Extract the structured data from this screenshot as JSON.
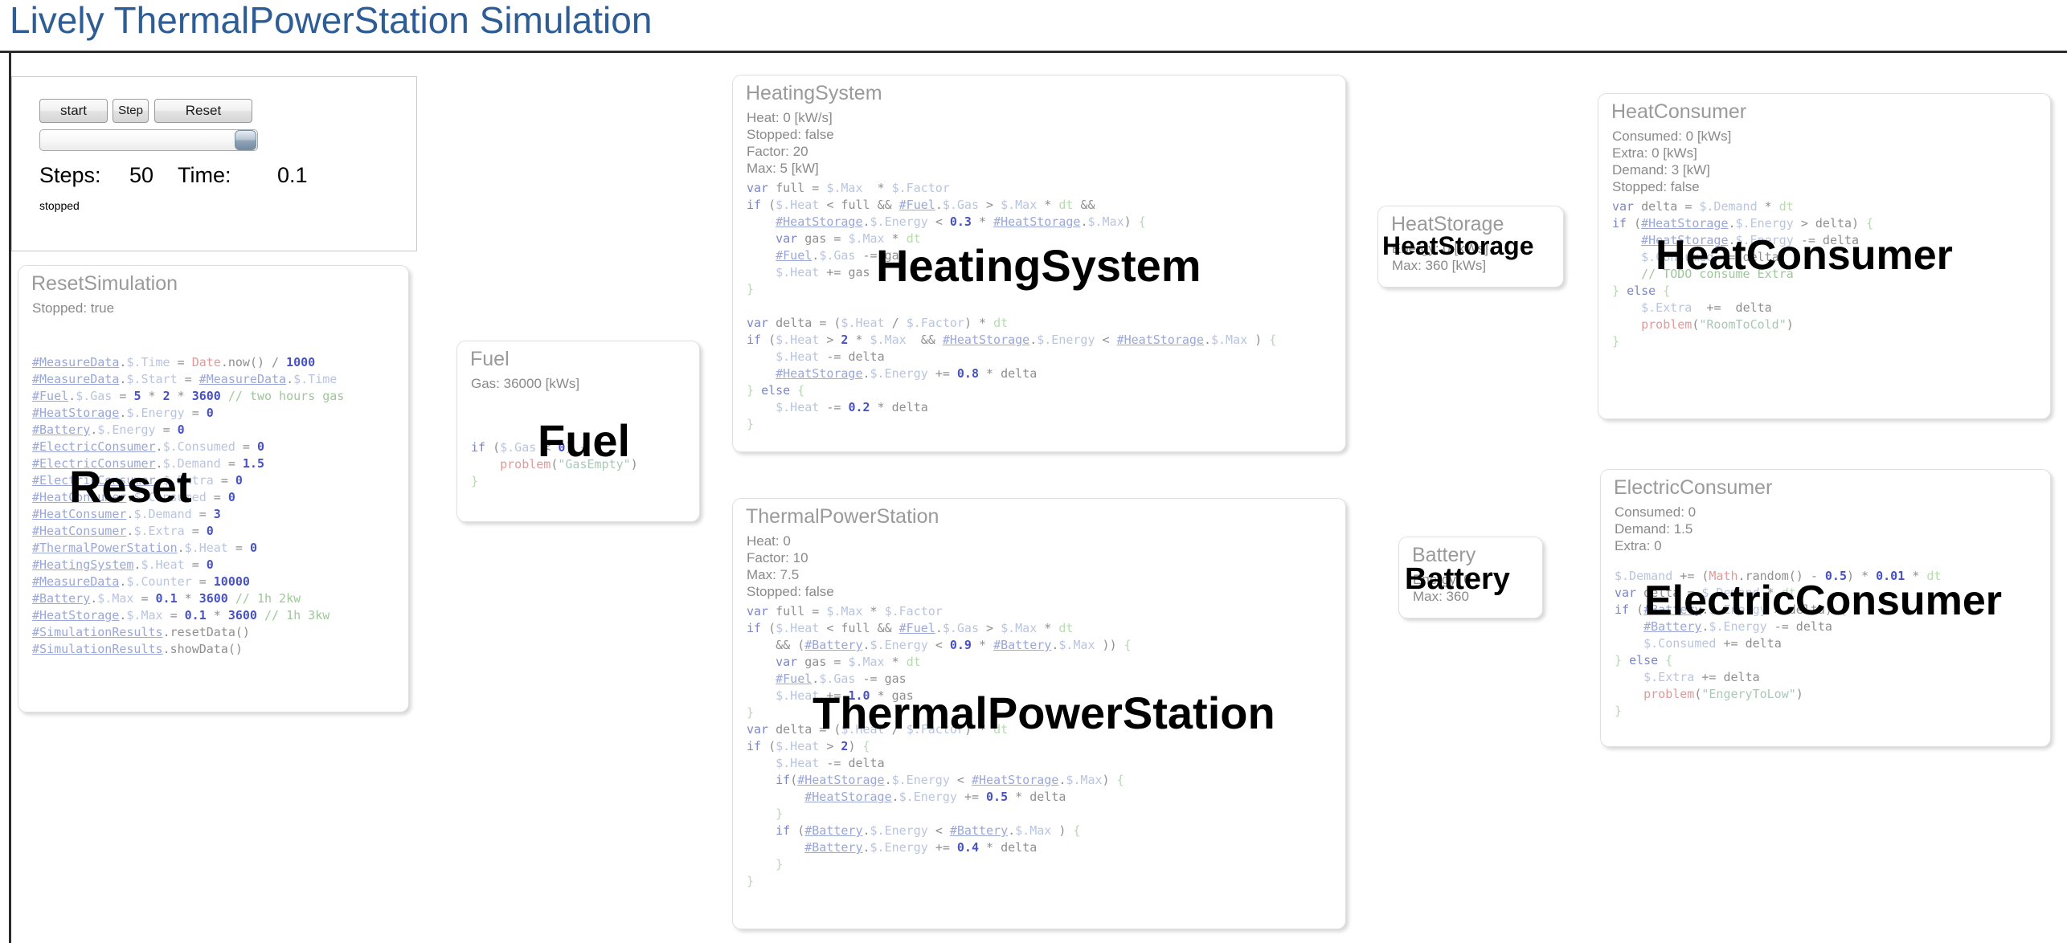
{
  "header": {
    "title": "Lively ThermalPowerStation Simulation",
    "title_color": "#2e5c94"
  },
  "control_panel": {
    "buttons": {
      "start": "start",
      "step": "Step",
      "reset": "Reset"
    },
    "slider": {
      "name": "speed-slider",
      "value_position": "max"
    },
    "steps_label": "Steps:",
    "steps_value": "50",
    "time_label": "Time:",
    "time_value": "0.1",
    "run_state": "stopped"
  },
  "panels": {
    "reset_simulation": {
      "title": "ResetSimulation",
      "props": [
        "Stopped: true"
      ],
      "overlay": "Reset"
    },
    "fuel": {
      "title": "Fuel",
      "props": [
        "Gas: 36000 [kWs]"
      ],
      "overlay": "Fuel"
    },
    "heating_system": {
      "title": "HeatingSystem",
      "props": [
        "Heat: 0 [kW/s]",
        "Stopped: false",
        "Factor: 20",
        "Max: 5 [kW]"
      ],
      "overlay": "HeatingSystem"
    },
    "thermal_power_station": {
      "title": "ThermalPowerStation",
      "props": [
        "Heat: 0",
        "Factor: 10",
        "Max: 7.5",
        "Stopped: false"
      ],
      "overlay": "ThermalPowerStation"
    },
    "heat_storage": {
      "title": "HeatStorage",
      "props": [
        "Energy: 0 [kWs]",
        "Max: 360 [kWs]"
      ],
      "overlay": "HeatStorage"
    },
    "battery": {
      "title": "Battery",
      "props": [
        "Energy: 0",
        "Max: 360"
      ],
      "overlay": "Battery"
    },
    "heat_consumer": {
      "title": "HeatConsumer",
      "props": [
        "Consumed: 0 [kWs]",
        "Extra: 0 [kWs]",
        "Demand: 3 [kW]",
        "Stopped: false"
      ],
      "overlay": "HeatConsumer"
    },
    "electric_consumer": {
      "title": "ElectricConsumer",
      "props": [
        "Consumed: 0",
        "Demand: 1.5",
        "Extra: 0"
      ],
      "overlay": "ElectricConsumer"
    }
  },
  "code": {
    "reset_simulation": [
      "#MeasureData.$.Time = Date.now() / 1000",
      "#MeasureData.$.Start = #MeasureData.$.Time",
      "#Fuel.$.Gas = 5 * 2 * 3600 // two hours gas",
      "#HeatStorage.$.Energy = 0",
      "#Battery.$.Energy = 0",
      "#ElectricConsumer.$.Consumed = 0",
      "#ElectricConsumer.$.Demand = 1.5",
      "#ElectricConsumer.$.Extra = 0",
      "#HeatConsumer.$.Consumed = 0",
      "#HeatConsumer.$.Demand = 3",
      "#HeatConsumer.$.Extra = 0",
      "#ThermalPowerStation.$.Heat = 0",
      "#HeatingSystem.$.Heat = 0",
      "#MeasureData.$.Counter = 10000",
      "#Battery.$.Max = 0.1 * 3600 // 1h 2kw",
      "#HeatStorage.$.Max = 0.1 * 3600 // 1h 3kw",
      "#SimulationResults.resetData()",
      "#SimulationResults.showData()"
    ],
    "fuel": [
      "if ($.Gas < 0) {",
      "    problem(\"GasEmpty\")",
      "}"
    ],
    "heating_system": [
      "var full = $.Max  * $.Factor",
      "if ($.Heat < full && #Fuel.$.Gas > $.Max * dt &&",
      "    #HeatStorage.$.Energy < 0.3 * #HeatStorage.$.Max) {",
      "    var gas = $.Max * dt",
      "    #Fuel.$.Gas -= gas",
      "    $.Heat += gas",
      "}",
      "",
      "var delta = ($.Heat / $.Factor) * dt",
      "if ($.Heat > 2 * $.Max  && #HeatStorage.$.Energy < #HeatStorage.$.Max ) {",
      "    $.Heat -= delta",
      "    #HeatStorage.$.Energy += 0.8 * delta",
      "} else {",
      "    $.Heat -= 0.2 * delta",
      "}"
    ],
    "thermal_power_station": [
      "var full = $.Max * $.Factor",
      "if ($.Heat < full && #Fuel.$.Gas > $.Max * dt",
      "    && (#Battery.$.Energy < 0.9 * #Battery.$.Max )) {",
      "    var gas = $.Max * dt",
      "    #Fuel.$.Gas -= gas",
      "    $.Heat += 1.0 * gas",
      "}",
      "var delta = ($.Heat / $.Factor) * dt",
      "if ($.Heat > 2) {",
      "    $.Heat -= delta",
      "    if(#HeatStorage.$.Energy < #HeatStorage.$.Max) {",
      "        #HeatStorage.$.Energy += 0.5 * delta",
      "    }",
      "    if (#Battery.$.Energy < #Battery.$.Max ) {",
      "        #Battery.$.Energy += 0.4 * delta",
      "    }",
      "}"
    ],
    "heat_consumer": [
      "var delta = $.Demand * dt",
      "if (#HeatStorage.$.Energy > delta) {",
      "    #HeatStorage.$.Energy -= delta",
      "    $.Consumed += delta",
      "    // TODO consume Extra",
      "} else {",
      "    $.Extra  +=  delta",
      "    problem(\"RoomToCold\")",
      "}"
    ],
    "electric_consumer": [
      "$.Demand += (Math.random() - 0.5) * 0.01 * dt",
      "var delta = $.Demand * dt",
      "if (#Battery.$.Energy > delta) {",
      "    #Battery.$.Energy -= delta",
      "    $.Consumed += delta",
      "} else {",
      "    $.Extra += delta",
      "    problem(\"EngeryToLow\")",
      "}"
    ]
  }
}
